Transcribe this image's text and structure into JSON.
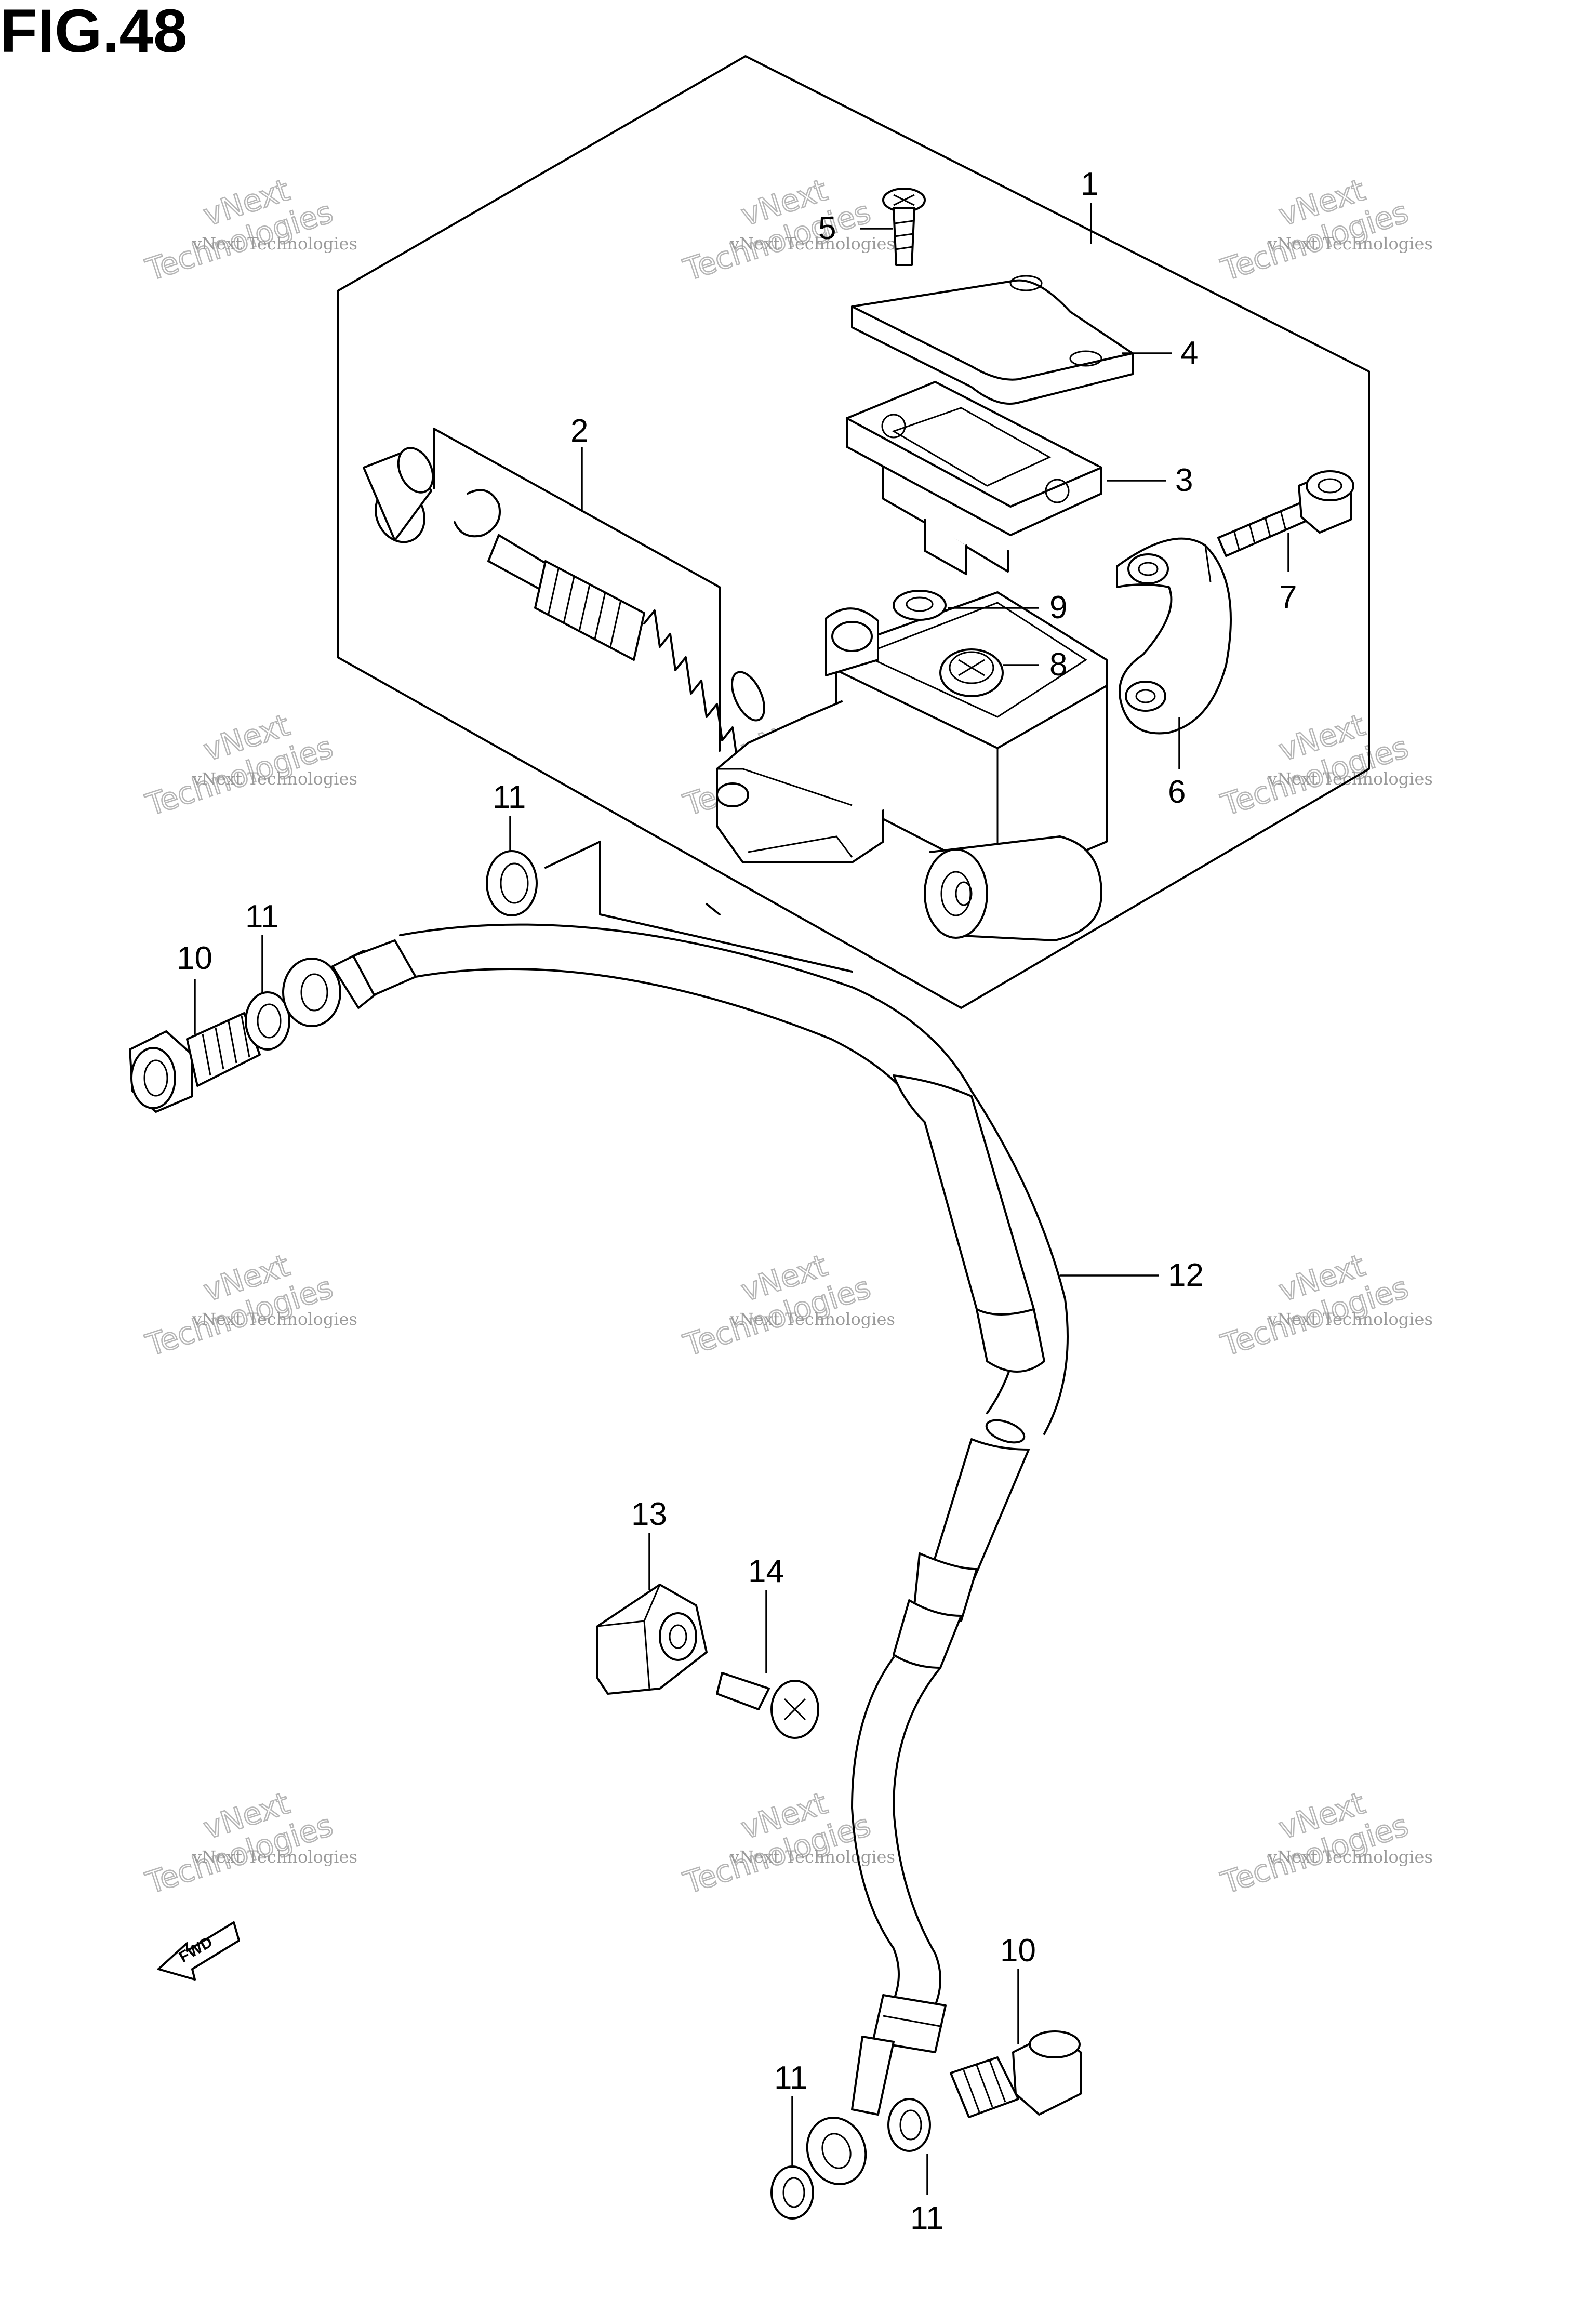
{
  "figure": {
    "title": "FIG.48"
  },
  "callouts": [
    {
      "id": "c1",
      "label": "1",
      "part": "master-cylinder-assembly"
    },
    {
      "id": "c2",
      "label": "2",
      "part": "piston-set"
    },
    {
      "id": "c3",
      "label": "3",
      "part": "diaphragm"
    },
    {
      "id": "c4",
      "label": "4",
      "part": "reservoir-cap"
    },
    {
      "id": "c5",
      "label": "5",
      "part": "cap-screw"
    },
    {
      "id": "c6",
      "label": "6",
      "part": "holder-clamp"
    },
    {
      "id": "c7",
      "label": "7",
      "part": "clamp-bolt"
    },
    {
      "id": "c8",
      "label": "8",
      "part": "check-plug"
    },
    {
      "id": "c9",
      "label": "9",
      "part": "check-plug-washer"
    },
    {
      "id": "c10a",
      "label": "10",
      "part": "union-bolt-upper"
    },
    {
      "id": "c10b",
      "label": "10",
      "part": "union-bolt-lower"
    },
    {
      "id": "c11a",
      "label": "11",
      "part": "gasket-upper-right"
    },
    {
      "id": "c11b",
      "label": "11",
      "part": "gasket-upper-left"
    },
    {
      "id": "c11c",
      "label": "11",
      "part": "gasket-lower-left"
    },
    {
      "id": "c11d",
      "label": "11",
      "part": "gasket-lower-right"
    },
    {
      "id": "c12",
      "label": "12",
      "part": "brake-hose"
    },
    {
      "id": "c13",
      "label": "13",
      "part": "hose-clamp"
    },
    {
      "id": "c14",
      "label": "14",
      "part": "clamp-screw"
    }
  ],
  "watermark": {
    "line1": "vNext Technologies",
    "line2": "vNext",
    "line3": "Technologies"
  },
  "direction_badge": {
    "text": "FWD"
  }
}
